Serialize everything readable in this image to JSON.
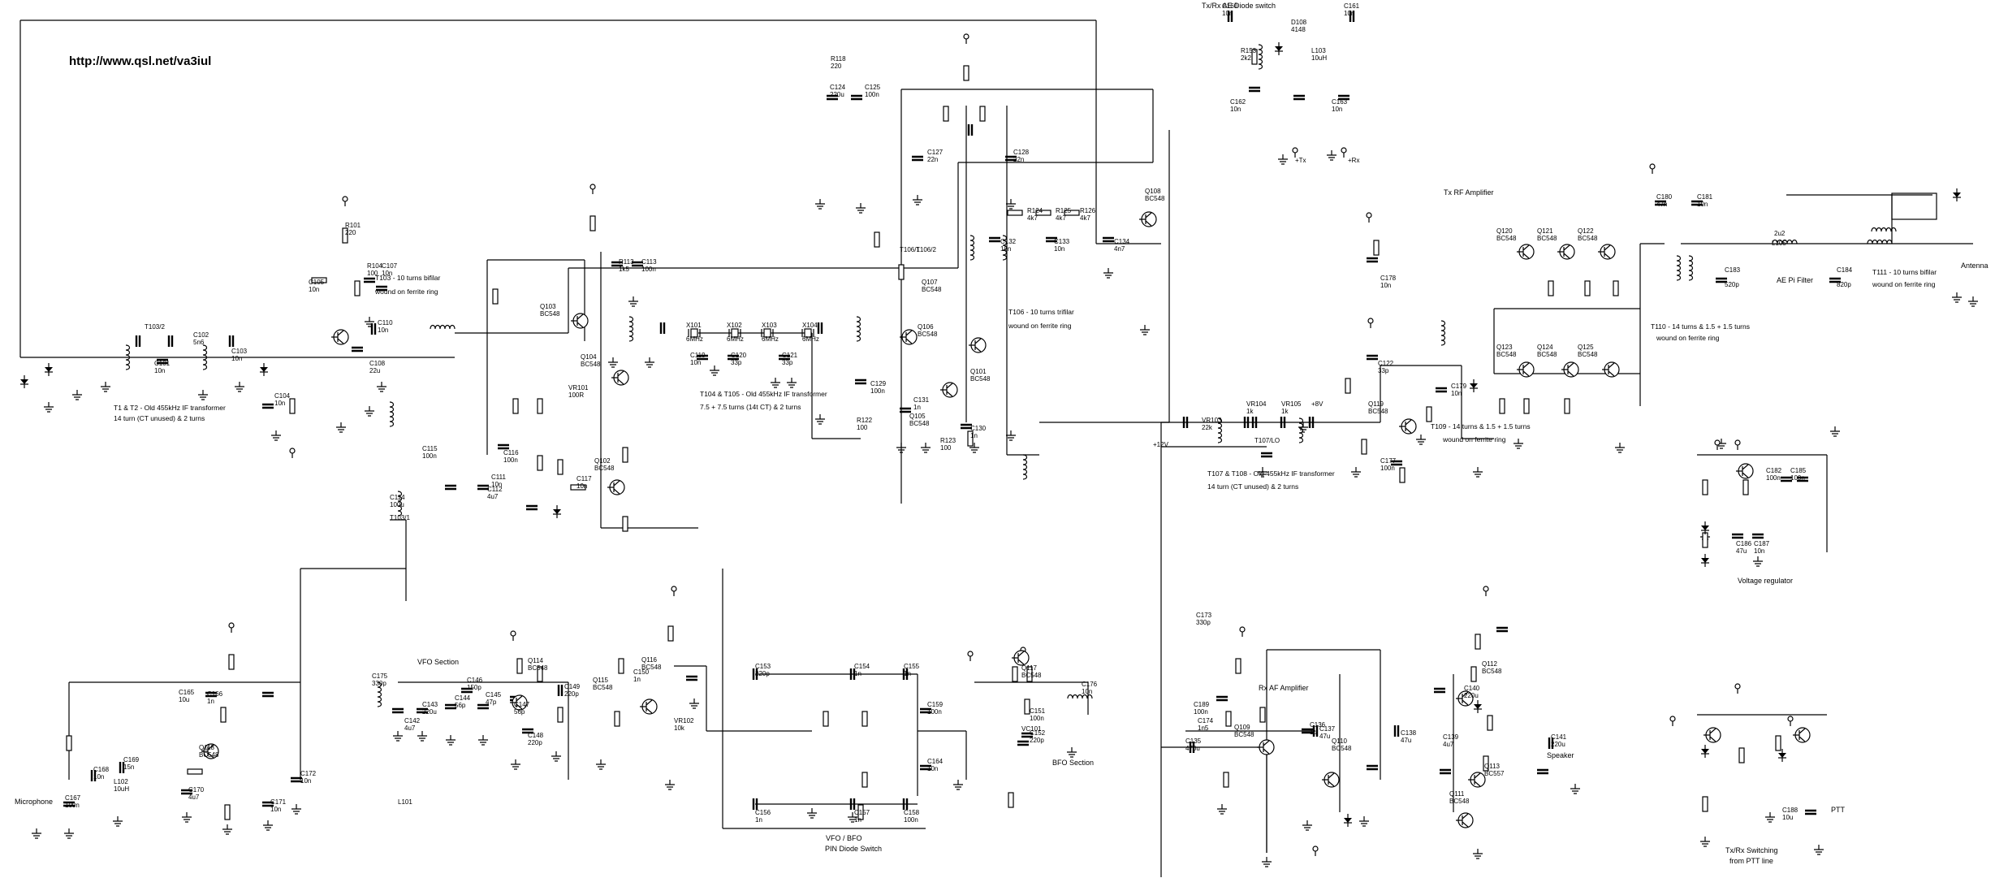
{
  "url": "http://www.qsl.net/va3iul",
  "sections": {
    "tx_rx_switch": "Tx/Rx AE Diode switch",
    "tx_rf_amp": "Tx RF Amplifier",
    "vfo": "VFO Section",
    "vfo_bfo": "VFO / BFO",
    "pin_switch": "PIN Diode Switch",
    "bfo": "BFO Section",
    "rx_af": "Rx AF Amplifier",
    "regulator": "Voltage regulator",
    "txrx_switching": "Tx/Rx Switching",
    "ptt_line": "from PTT line",
    "ae_pi_filter": "AE Pi Filter",
    "antenna": "Antenna",
    "microphone": "Microphone",
    "speaker": "Speaker",
    "ptt": "PTT"
  },
  "notes": {
    "t101": "T1 & T2 - Old 455kHz IF transformer",
    "t101b": "14 turn (CT unused) & 2 turns",
    "t103": "T103 - 10 turns bifilar",
    "t103b": "wound on ferrite ring",
    "t104": "T104 & T105 - Old 455kHz IF transformer",
    "t104b": "7.5 + 7.5 turns (14t CT) & 2 turns",
    "t106": "T106 - 10 turns trifilar",
    "t106b": "wound on ferrite ring",
    "t107": "T107 & T108 - Old 455kHz IF transformer",
    "t107b": "14 turn (CT unused) & 2 turns",
    "t109": "T109 - 14 turns & 1.5 + 1.5 turns",
    "t109b": "wound on ferrite ring",
    "t110": "T110 - 14 turns & 1.5 + 1.5 turns",
    "t110b": "wound on ferrite ring",
    "t111": "T111 - 10 turns bifilar",
    "t111b": "wound on ferrite ring"
  },
  "transistors": [
    {
      "ref": "Q101",
      "part": "BC548"
    },
    {
      "ref": "Q102",
      "part": "BC548"
    },
    {
      "ref": "Q103",
      "part": "BC548"
    },
    {
      "ref": "Q104",
      "part": "BC548"
    },
    {
      "ref": "Q105",
      "part": "BC548"
    },
    {
      "ref": "Q106",
      "part": "BC548"
    },
    {
      "ref": "Q107",
      "part": "BC548"
    },
    {
      "ref": "Q108",
      "part": "BC548"
    },
    {
      "ref": "Q109",
      "part": "BC548"
    },
    {
      "ref": "Q110",
      "part": "BC548"
    },
    {
      "ref": "Q111",
      "part": "BC548"
    },
    {
      "ref": "Q112",
      "part": "BC548"
    },
    {
      "ref": "Q113",
      "part": "BC557"
    },
    {
      "ref": "Q114",
      "part": "BC548"
    },
    {
      "ref": "Q115",
      "part": "BC548"
    },
    {
      "ref": "Q116",
      "part": "BC548"
    },
    {
      "ref": "Q117",
      "part": "BC548"
    },
    {
      "ref": "Q118",
      "part": "BC548"
    },
    {
      "ref": "Q119",
      "part": "BC548"
    },
    {
      "ref": "Q120",
      "part": "BC548"
    },
    {
      "ref": "Q121",
      "part": "BC548"
    },
    {
      "ref": "Q122",
      "part": "BC548"
    },
    {
      "ref": "Q123",
      "part": "BC548"
    },
    {
      "ref": "Q124",
      "part": "BC548"
    },
    {
      "ref": "Q125",
      "part": "BC548"
    }
  ],
  "crystals": [
    "X101 6MHz",
    "X102 6MHz",
    "X103 6MHz",
    "X104 6MHz"
  ],
  "filter_parts": {
    "l105": "L105",
    "l105v": "2u2",
    "c183": "C183",
    "c183v": "520p",
    "c184": "C184",
    "c184v": "820p"
  },
  "misc_labels": [
    "C160 10n",
    "C161 10n",
    "R153 2k2",
    "D108 4148",
    "L103 10uH",
    "C162 10n",
    "C163 10n",
    "+Tx",
    "+Rx",
    "R118 220",
    "C124 220u",
    "C125 100n",
    "C127 22n",
    "C128 22n",
    "R124 4k7",
    "R125 4k7",
    "R126 4k7",
    "C132 10n",
    "C133 10n",
    "C134 4n7",
    "T106/1",
    "T106/2",
    "C129 100n",
    "C131 1n",
    "C130 1n",
    "R122 100",
    "R123 100",
    "VR101 100R",
    "C115 100n",
    "C111 10n",
    "C112 4u7",
    "C116 100n",
    "C117 10n",
    "R113 1k5",
    "C113 100n",
    "C114 100u",
    "T103/1",
    "T103/2",
    "C101 10n",
    "C102 5n6",
    "C103 10n",
    "C104 10n",
    "C105 10n",
    "R101 220",
    "R104 100",
    "C107 10n",
    "C108 22u",
    "C110 10n",
    "C119 10n",
    "C120 33p",
    "C121 33p",
    "C122 33p",
    "C177 100n",
    "C178 10n",
    "C179 10n",
    "C180 47n",
    "C181 10n",
    "C182 100n",
    "C185 100n",
    "C186 47u",
    "C187 10n",
    "C188 10u",
    "C189 100n",
    "C135 470u",
    "C136 1u",
    "C137 47u",
    "C138 47u",
    "C139 4u7",
    "C140 220u",
    "C141 220u",
    "C142 4u7",
    "C143 220u",
    "C144 56p",
    "C145 47p",
    "C146 150p",
    "C147 56p",
    "C148 220p",
    "C149 220p",
    "C150 1n",
    "C151 100n",
    "C152 220p",
    "C153 220p",
    "C154 1n",
    "C155 1n",
    "C156 1n",
    "C157 1n",
    "C158 100n",
    "C159 100n",
    "C164 10n",
    "C165 10u",
    "C166 1n",
    "C167 100n",
    "C168 10n",
    "C169 15n",
    "C170 4u7",
    "C171 10n",
    "C172 10n",
    "C173 330p",
    "C174 1n5",
    "C175 330p",
    "C176 10n",
    "L101",
    "L102 10uH",
    "VC101",
    "VR102 10k",
    "VR103 22k",
    "VR104 1k",
    "VR105 1k",
    "T107/LO",
    "+8V",
    "+12V"
  ],
  "icons": {
    "ground": "ground-icon",
    "supply": "supply-terminal-icon"
  }
}
